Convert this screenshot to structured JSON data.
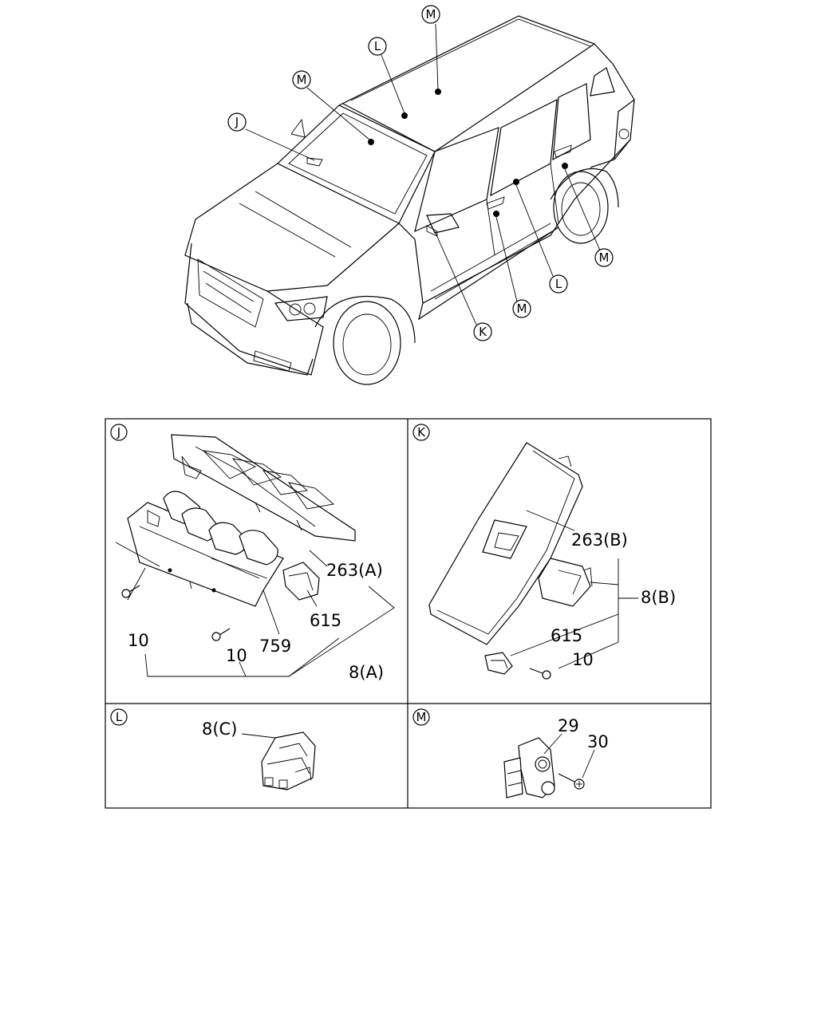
{
  "vehicle": {
    "callouts": {
      "m_roof": "M",
      "l_roof": "L",
      "m_front": "M",
      "j_console": "J",
      "k_mirror": "K",
      "m_lower": "M",
      "l_lower": "L",
      "m_rear": "M"
    }
  },
  "panels": {
    "j": {
      "label": "J",
      "parts": {
        "bezel": "263(A)",
        "retainer": "615",
        "bracket": "759",
        "screw_left": "10",
        "screw_mid": "10",
        "assembly": "8(A)"
      }
    },
    "k": {
      "label": "K",
      "parts": {
        "bezel": "263(B)",
        "assembly": "8(B)",
        "retainer": "615",
        "screw": "10"
      }
    },
    "l": {
      "label": "L",
      "parts": {
        "switch": "8(C)"
      }
    },
    "m": {
      "label": "M",
      "parts": {
        "switch": "29",
        "screw": "30"
      }
    }
  }
}
